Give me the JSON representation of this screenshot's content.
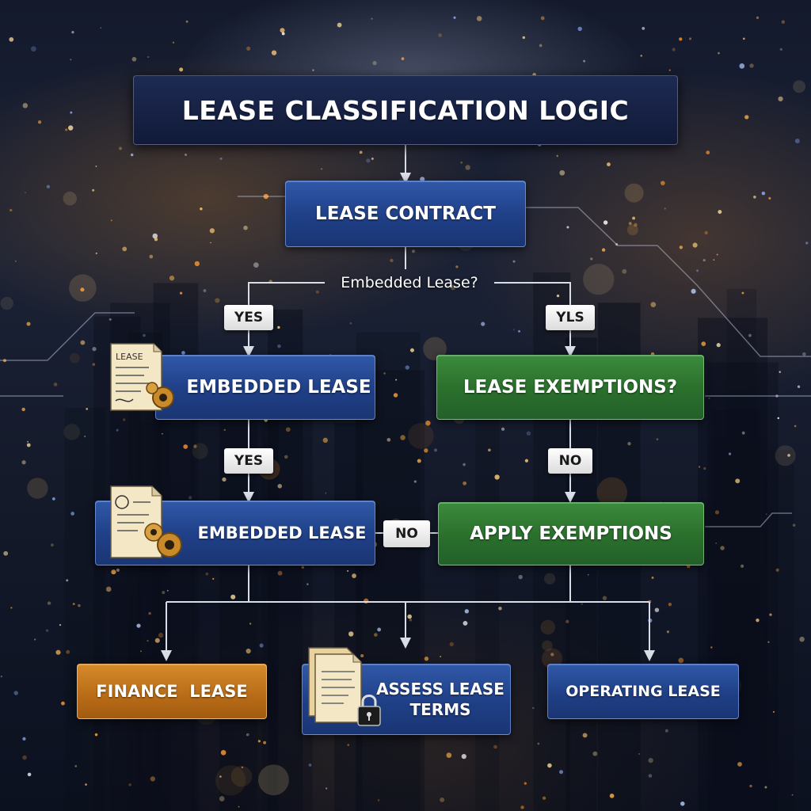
{
  "title": "LEASE CLASSIFICATION LOGIC",
  "nodes": {
    "lease_contract": "LEASE CONTRACT",
    "embedded_lease_1": "EMBEDDED LEASE",
    "lease_exemptions": "LEASE EXEMPTIONS?",
    "embedded_lease_2": "EMBEDDED LEASE",
    "apply_exemptions": "APPLY EXEMPTIONS",
    "finance_lease": "FINANCE  LEASE",
    "assess_lease_terms_line1": "ASSESS LEASE",
    "assess_lease_terms_line2": "TERMS",
    "operating_lease": "OPERATING LEASE"
  },
  "decision": {
    "question": "Embedded Lease?"
  },
  "edge_labels": {
    "yes_left": "YES",
    "yes_right": "YLS",
    "yes_mid": "YES",
    "no_right": "NO",
    "no_center": "NO"
  },
  "icons": {
    "document_caption": "LEASE",
    "embedded_lease_1_icon": "lease-document-gear-icon",
    "embedded_lease_2_icon": "contract-document-gears-icon",
    "assess_icon": "document-stack-lock-icon"
  },
  "colors": {
    "blue": "#1f3f86",
    "green": "#2a6f2c",
    "orange": "#b86b16",
    "title_bg": "#111a38",
    "connector": "#d9dde6"
  }
}
